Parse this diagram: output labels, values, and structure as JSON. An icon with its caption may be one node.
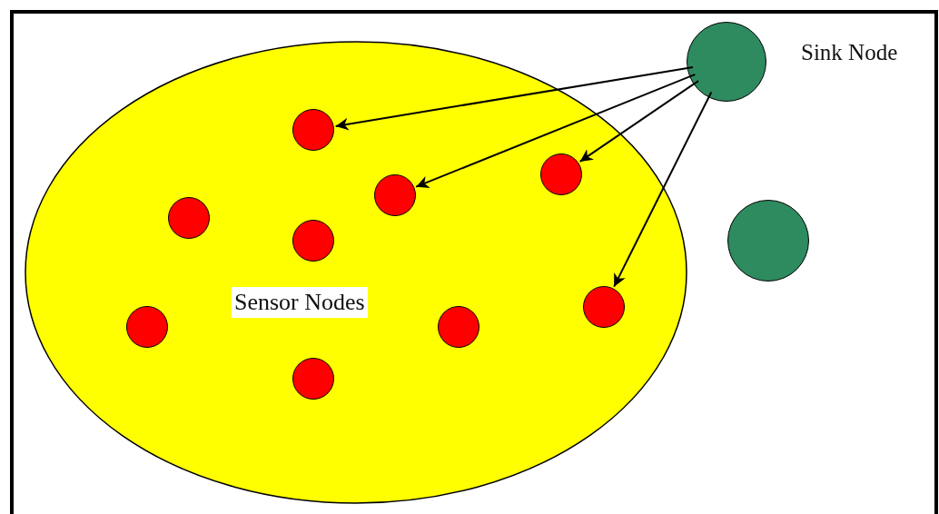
{
  "diagram": {
    "nodes": [
      {
        "text": [
          "Sensor Nodes"
        ]
      },
      {
        "text": [],
        "shape": "circle",
        "in": 0
      },
      {
        "text": [],
        "shape": "circle",
        "in": 0
      },
      {
        "text": [],
        "shape": "circle",
        "in": 0
      },
      {
        "text": [],
        "shape": "circle",
        "in": 0
      },
      {
        "text": [],
        "shape": "circle",
        "in": 0
      },
      {
        "text": [],
        "shape": "circle",
        "in": 0
      },
      {
        "text": [],
        "shape": "circle",
        "in": 0
      },
      {
        "text": [],
        "shape": "circle",
        "in": 0
      },
      {
        "text": [],
        "shape": "circle",
        "in": 0
      },
      {
        "text": [],
        "shape": "circle",
        "beside": [
          "Sink Node"
        ]
      },
      {
        "text": [],
        "shape": "circle"
      }
    ],
    "edges": [
      {
        "from": 10,
        "to": 1,
        "arrow": "to"
      },
      {
        "from": 10,
        "to": 3,
        "arrow": "to"
      },
      {
        "from": 10,
        "to": 2,
        "arrow": "to"
      },
      {
        "from": 10,
        "to": 6,
        "arrow": "to"
      }
    ]
  }
}
